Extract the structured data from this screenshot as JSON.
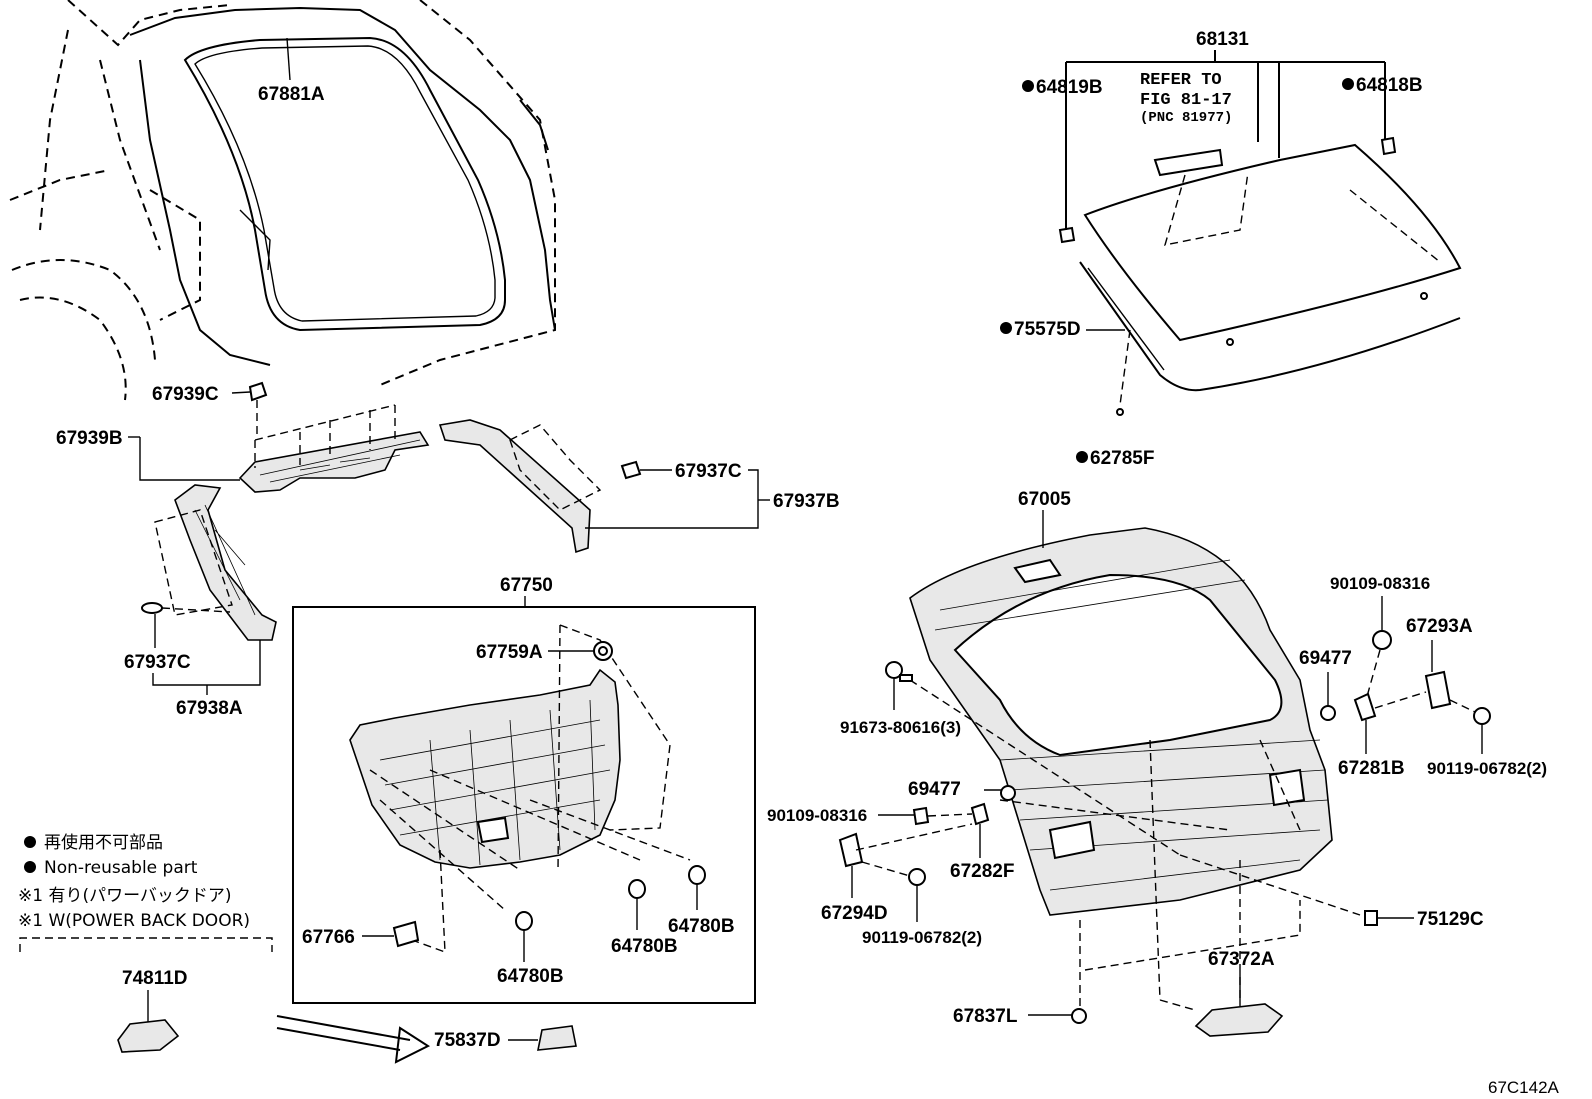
{
  "figure_id": "67C142A",
  "legend": {
    "nonreusable_jp": "再使用不可部品",
    "nonreusable_en": "Non-reusable part",
    "note_jp": "※1 有り(パワーバックドア)",
    "note_en": "※1 W(POWER BACK DOOR)"
  },
  "refer": {
    "line1": "REFER TO",
    "line2": "FIG 81-17",
    "line3": "(PNC 81977)"
  },
  "parts": {
    "p67881A": "67881A",
    "p68131": "68131",
    "p64819B": "64819B",
    "p64818B": "64818B",
    "p75575D": "75575D",
    "p62785F": "62785F",
    "p67939C": "67939C",
    "p67939B": "67939B",
    "p67937C_top": "67937C",
    "p67937B": "67937B",
    "p67937C_left": "67937C",
    "p67938A": "67938A",
    "p67750": "67750",
    "p67759A": "67759A",
    "p67766": "67766",
    "p64780B_a": "64780B",
    "p64780B_b": "64780B",
    "p64780B_c": "64780B",
    "p74811D": "74811D",
    "p75837D": "75837D",
    "p67005": "67005",
    "p90109_08316_a": "90109-08316",
    "p67293A": "67293A",
    "p69477_a": "69477",
    "p91673_80616": "91673-80616(3)",
    "p67281B": "67281B",
    "p90119_06782_a": "90119-06782(2)",
    "p69477_b": "69477",
    "p90109_08316_b": "90109-08316",
    "p67282F": "67282F",
    "p67294D": "67294D",
    "p90119_06782_b": "90119-06782(2)",
    "p75129C": "75129C",
    "p67372A": "67372A",
    "p67837L": "67837L"
  }
}
